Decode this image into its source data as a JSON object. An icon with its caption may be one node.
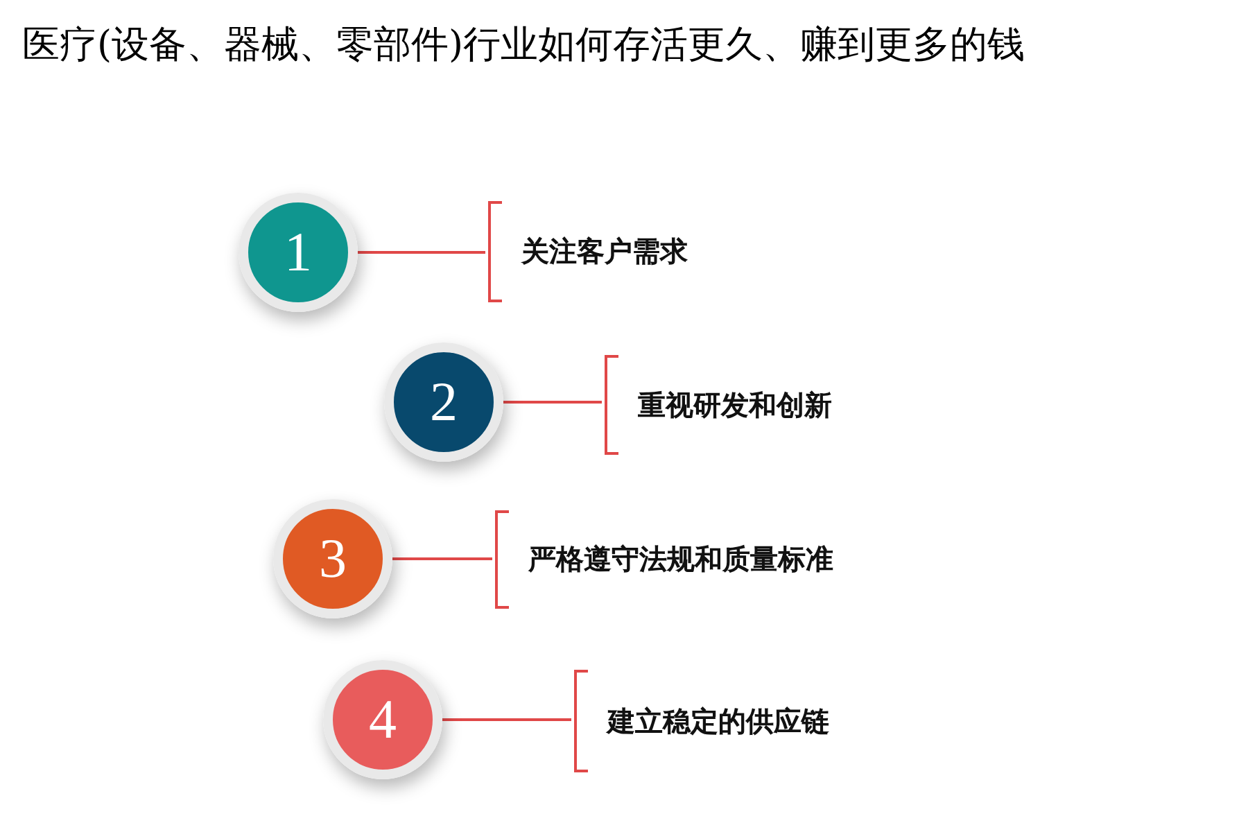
{
  "diagram": {
    "title": "医疗(设备、器械、零部件)行业如何存活更久、赚到更多的钱",
    "nodes": [
      {
        "text": [
          "1"
        ]
      },
      {
        "text": [
          "关注客户需求"
        ]
      },
      {
        "text": [
          "2"
        ]
      },
      {
        "text": [
          "重视研发和创新"
        ]
      },
      {
        "text": [
          "3"
        ]
      },
      {
        "text": [
          "严格遵守法规和质量标准"
        ]
      },
      {
        "text": [
          "4"
        ]
      },
      {
        "text": [
          "建立稳定的供应链"
        ]
      }
    ],
    "edges": [
      {
        "from": 0,
        "to": 1,
        "arrow": "none"
      },
      {
        "from": 2,
        "to": 3,
        "arrow": "none"
      },
      {
        "from": 4,
        "to": 5,
        "arrow": "none"
      },
      {
        "from": 6,
        "to": 7,
        "arrow": "none"
      }
    ]
  }
}
